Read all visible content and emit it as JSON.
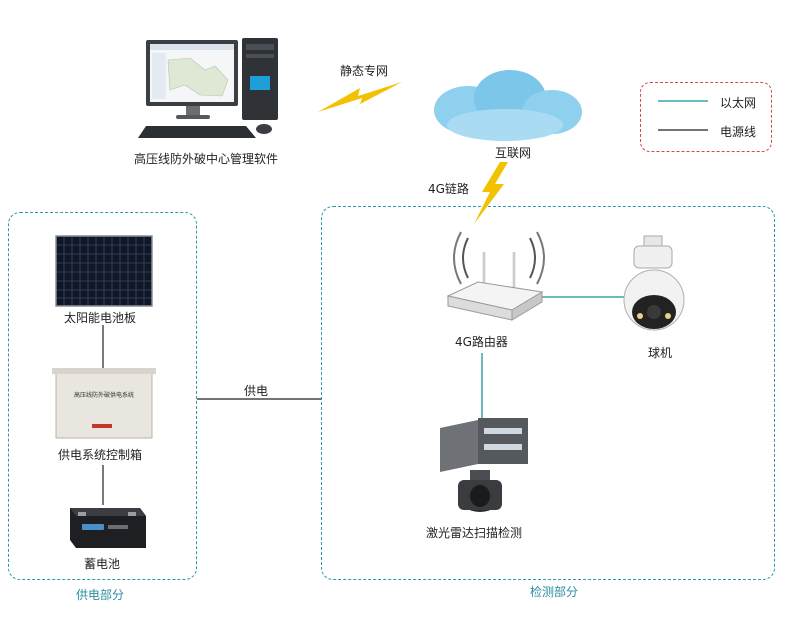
{
  "nodes": {
    "center": "高压线防外破中心管理软件",
    "internet": "互联网",
    "solar": "太阳能电池板",
    "controller": "供电系统控制箱",
    "controller_plate": "高压线防外破供电系统",
    "battery": "蓄电池",
    "router": "4G路由器",
    "camera": "球机",
    "lidar": "激光雷达扫描检测"
  },
  "links": {
    "static_net": "静态专网",
    "link_4g": "4G链路",
    "power_supply": "供电"
  },
  "legend": {
    "ethernet": "以太网",
    "power_line": "电源线"
  },
  "sections": {
    "power": "供电部分",
    "detection": "检测部分"
  },
  "colors": {
    "ethernet": "#3aa3a8",
    "power_line": "#222222",
    "section_border": "#2a9aa6",
    "legend_border": "#d24a4a",
    "lightning": "#f2c200",
    "cloud": "#8fd0ef"
  }
}
